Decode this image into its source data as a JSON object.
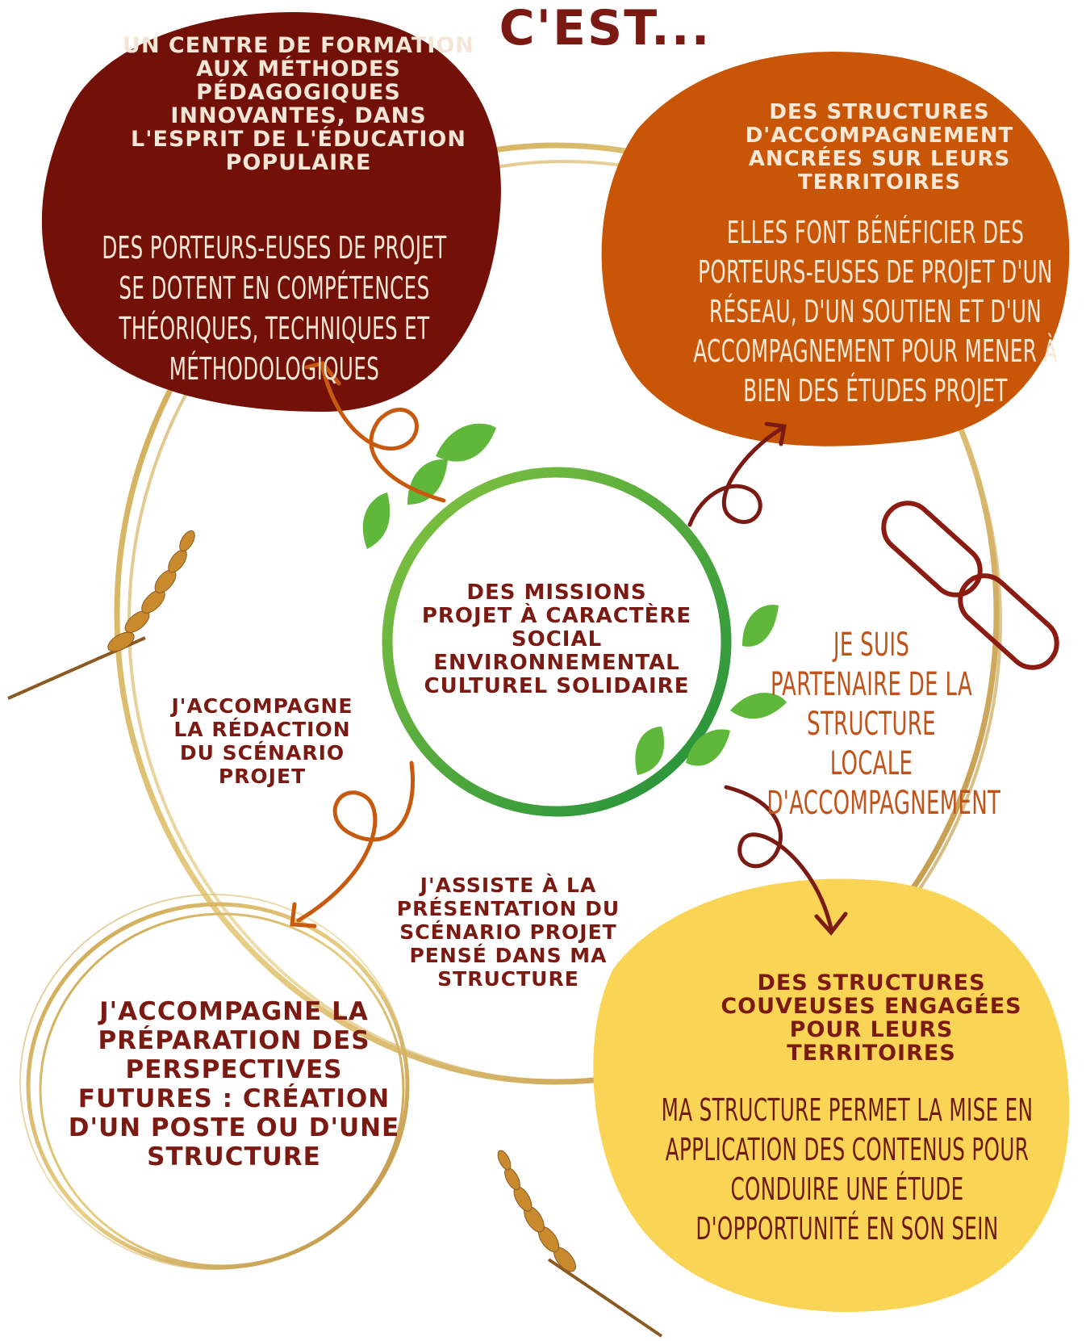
{
  "title": "C'EST...",
  "blobs": {
    "formation": {
      "heading": "UN CENTRE DE FORMATION AUX MÉTHODES PÉDAGOGIQUES INNOVANTES, DANS L'ESPRIT DE L'ÉDUCATION POPULAIRE",
      "body": "DES PORTEURS-EUSES DE PROJET SE DOTENT EN COMPÉTENCES THÉORIQUES, TECHNIQUES ET MÉTHODOLOGIQUES",
      "color": "#731008"
    },
    "accompagnement": {
      "heading": "DES STRUCTURES D'ACCOMPAGNEMENT ANCRÉES SUR LEURS TERRITOIRES",
      "body": "ELLES FONT BÉNÉFICIER DES PORTEURS-EUSES DE PROJET D'UN RÉSEAU, D'UN SOUTIEN ET D'UN ACCOMPAGNEMENT POUR MENER À BIEN DES ÉTUDES PROJET",
      "color": "#c85606"
    },
    "couveuses": {
      "heading": "DES STRUCTURES COUVEUSES ENGAGÉES POUR LEURS TERRITOIRES",
      "body": "MA STRUCTURE PERMET LA MISE EN APPLICATION DES CONTENUS POUR CONDUIRE UNE ÉTUDE D'OPPORTUNITÉ EN SON SEIN",
      "color": "#fad455"
    }
  },
  "center": {
    "text": "DES MISSIONS PROJET À CARACTÈRE SOCIAL ENVIRONNEMENTAL CULTUREL SOLIDAIRE",
    "color": "#3fa535"
  },
  "labels": {
    "left": "J'ACCOMPAGNE LA RÉDACTION DU SCÉNARIO PROJET",
    "middle": "J'ASSISTE À LA PRÉSENTATION DU SCÉNARIO PROJET PENSÉ DANS MA STRUCTURE",
    "right": "JE SUIS PARTENAIRE DE LA STRUCTURE LOCALE D'ACCOMPAGNEMENT",
    "bottom_left": "J'ACCOMPAGNE LA PRÉPARATION DES PERSPECTIVES FUTURES : CRÉATION D'UN POSTE OU D'UNE STRUCTURE"
  },
  "icons": [
    "link-icon",
    "wheat-icon",
    "leaf-icon",
    "curly-arrow-icon"
  ]
}
